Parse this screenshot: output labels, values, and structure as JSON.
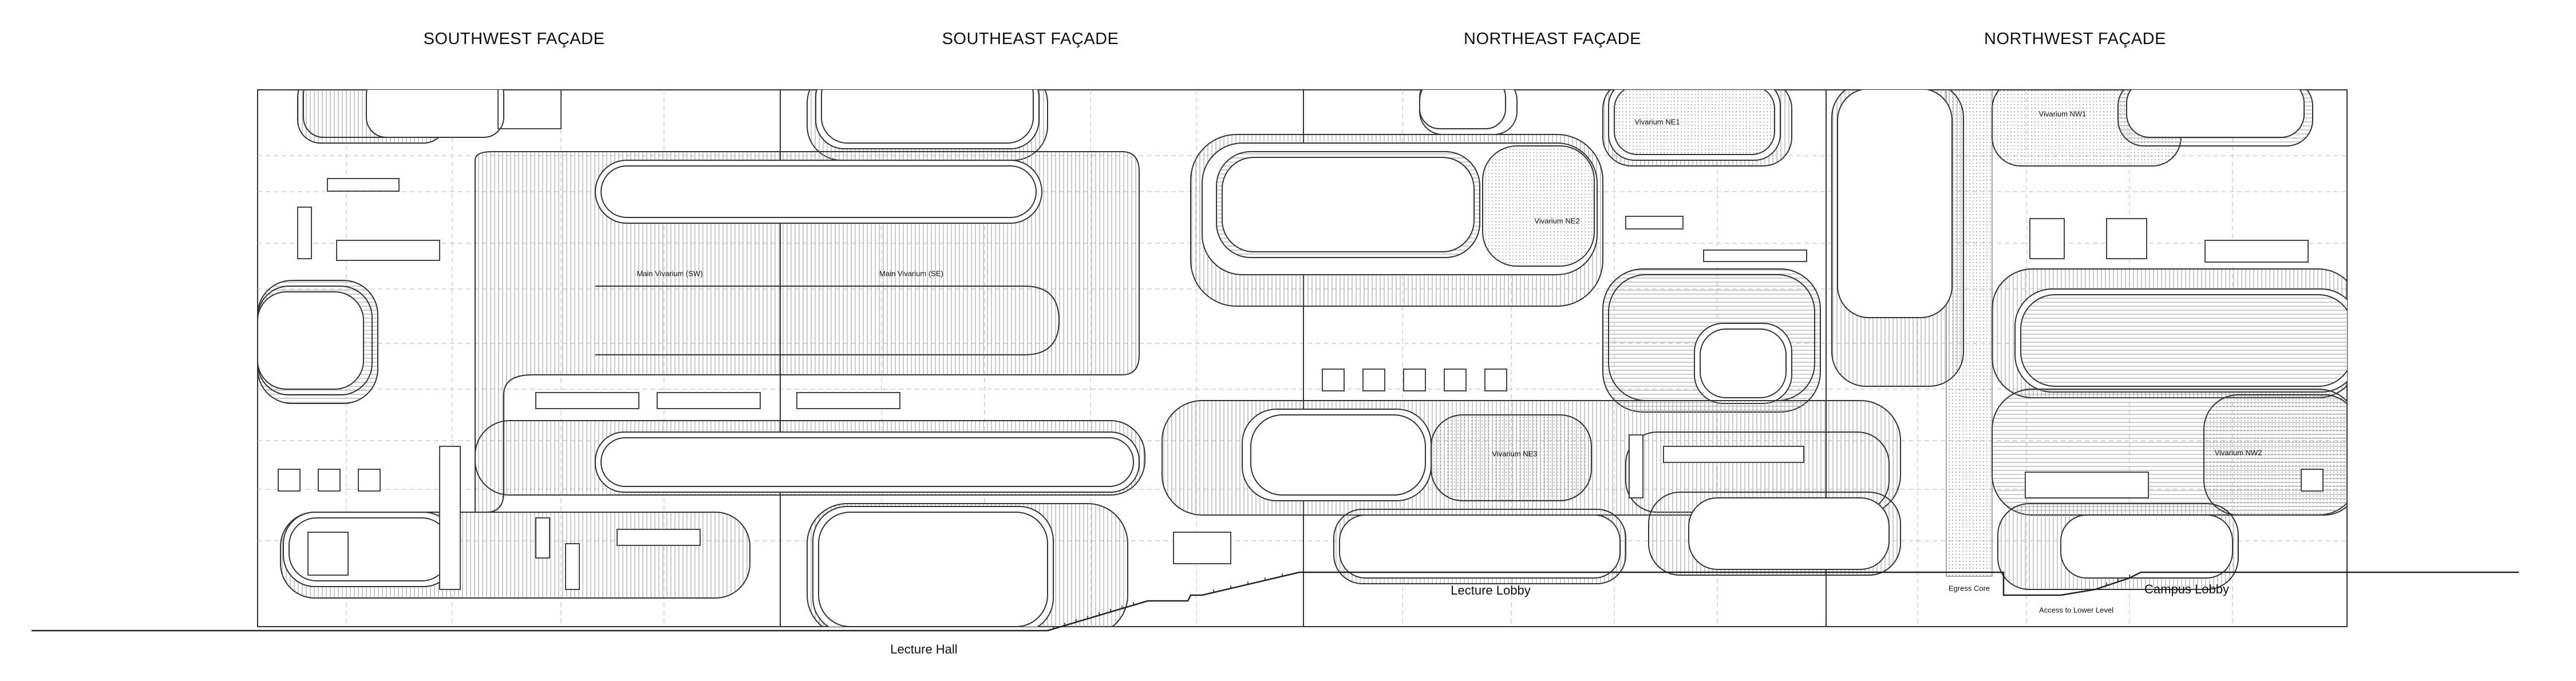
{
  "facades": {
    "southwest": "SOUTHWEST FAÇADE",
    "southeast": "SOUTHEAST FAÇADE",
    "northeast": "NORTHEAST FAÇADE",
    "northwest": "NORTHWEST FAÇADE"
  },
  "vivaria": {
    "main_sw": "Main Vivarium (SW)",
    "main_se": "Main Vivarium (SE)",
    "ne1": "Vivarium NE1",
    "ne2": "Vivarium NE2",
    "ne3": "Vivarium NE3",
    "nw1": "Vivarium NW1",
    "nw2": "Vivarium NW2"
  },
  "ground_labels": {
    "lecture_hall": "Lecture Hall",
    "lecture_lobby": "Lecture Lobby",
    "egress_core": "Egress Core",
    "access_lower": "Access to Lower Level",
    "campus_lobby": "Campus Lobby"
  },
  "colors": {
    "line": "#333333",
    "hatch": "#9a9a9a",
    "grid": "#c4c4c4"
  }
}
